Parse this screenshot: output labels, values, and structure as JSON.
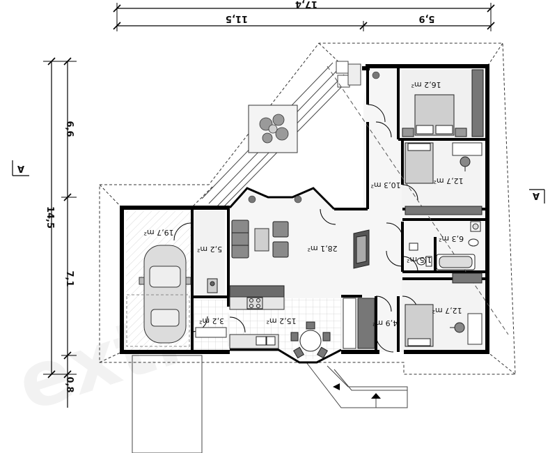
{
  "dimensions": {
    "overall_width": "17,4",
    "width_left": "11,5",
    "width_right": "5,9",
    "overall_depth": "14,5",
    "depth_upper": "6,6",
    "depth_lower": "7,1",
    "depth_bottom": "0,8"
  },
  "section_markers": {
    "left": "A",
    "right": "A"
  },
  "rooms": {
    "garage": "19,7 m²",
    "boiler": "5,2 m²",
    "pantry": "3,2 m²",
    "kitchen": "15,2 m²",
    "living": "28,1 m²",
    "hall": "10,3 m²",
    "vestibule": "4,9 m²",
    "master_bedroom": "16,2 m²",
    "bedroom_top": "12,7 m²",
    "bedroom_bottom": "12,7 m²",
    "bathroom": "6,3 m²",
    "wc": "1,5 m²"
  },
  "watermark": "extradom"
}
